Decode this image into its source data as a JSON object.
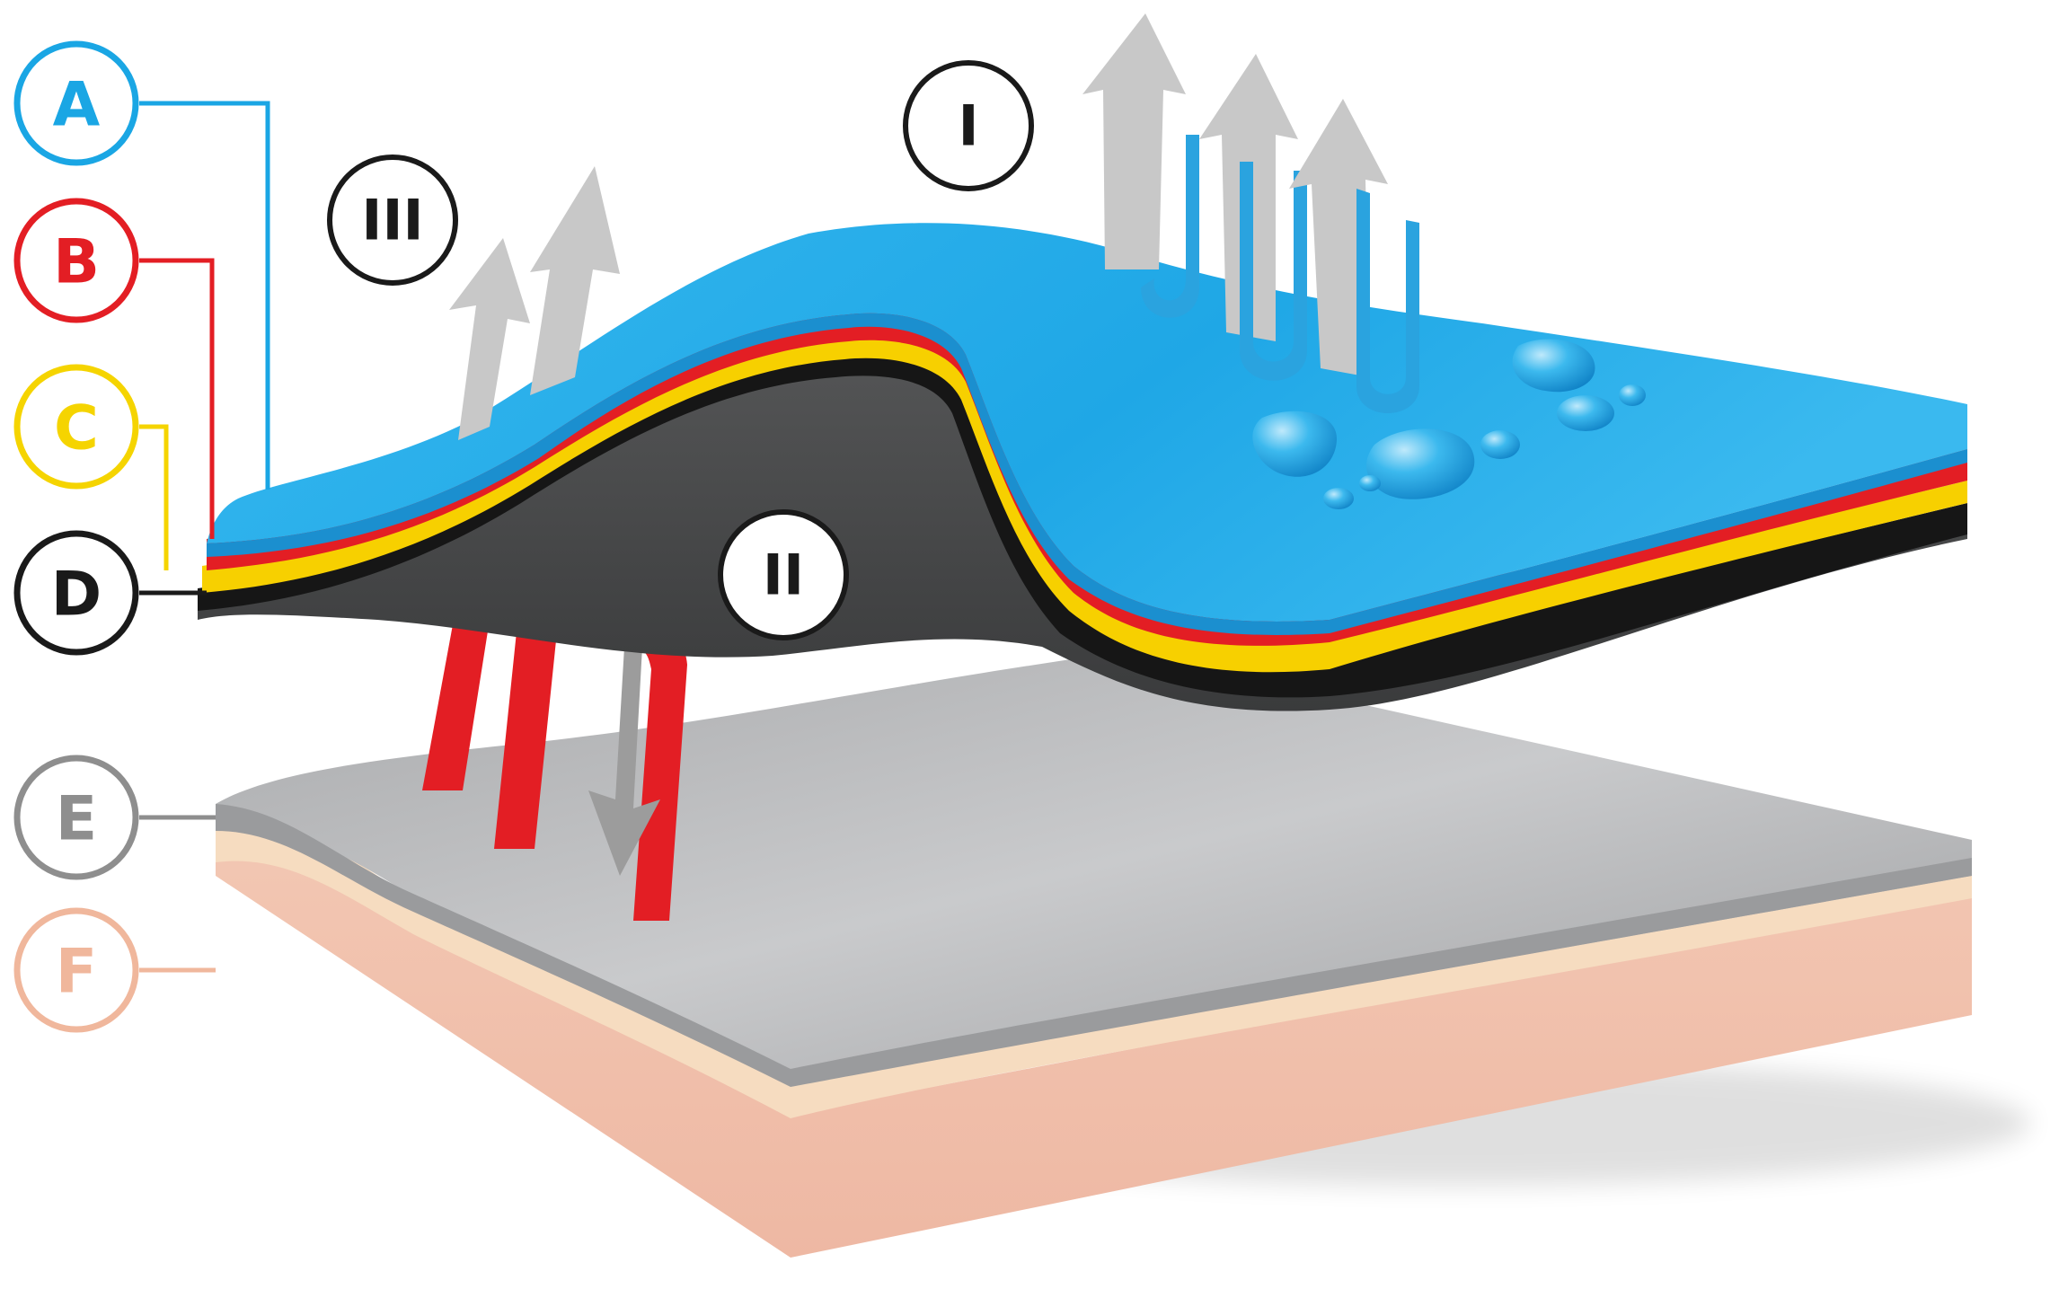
{
  "labels": [
    {
      "id": "A",
      "text": "A",
      "color": "#1aa6e4"
    },
    {
      "id": "B",
      "text": "B",
      "color": "#e31e24"
    },
    {
      "id": "C",
      "text": "C",
      "color": "#f5d400"
    },
    {
      "id": "D",
      "text": "D",
      "color": "#1a1a1a"
    },
    {
      "id": "E",
      "text": "E",
      "color": "#8e8e8e"
    },
    {
      "id": "F",
      "text": "F",
      "color": "#f0b79c"
    }
  ],
  "markers": [
    {
      "id": "I",
      "text": "I"
    },
    {
      "id": "II",
      "text": "II"
    },
    {
      "id": "III",
      "text": "III"
    }
  ],
  "colors": {
    "blue_layer": "#27aee8",
    "red_layer": "#e31e24",
    "yellow_layer": "#f7d000",
    "black_layer": "#161616",
    "dark_gray_underside": "#4a4a4a",
    "light_gray_layer": "#b9babc",
    "skin_top": "#f6dcc0",
    "skin_side": "#f0c0ab",
    "arrow_gray": "#c8c8c8"
  }
}
